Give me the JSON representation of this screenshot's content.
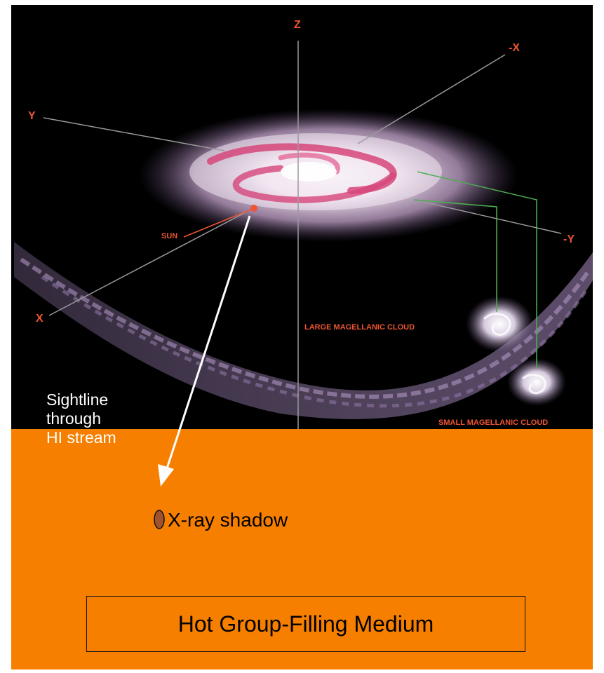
{
  "labels": {
    "z": "Z",
    "neg_x": "-X",
    "y": "Y",
    "sun": "SUN",
    "neg_y": "-Y",
    "x": "X",
    "lmc": "LARGE MAGELLANIC CLOUD",
    "smc": "SMALL MAGELLANIC CLOUD"
  },
  "annotations": {
    "sightline": [
      "Sightline",
      "through",
      "HI stream"
    ],
    "shadow": "X-ray shadow",
    "medium": "Hot Group-Filling Medium"
  },
  "colors": {
    "space": "#000000",
    "panel": "#f67f00",
    "label_red": "#ee5533",
    "galaxy_pink": "#d6467a",
    "stream_purple": "#8a6a9a",
    "shadow_fill": "#a0522d"
  }
}
